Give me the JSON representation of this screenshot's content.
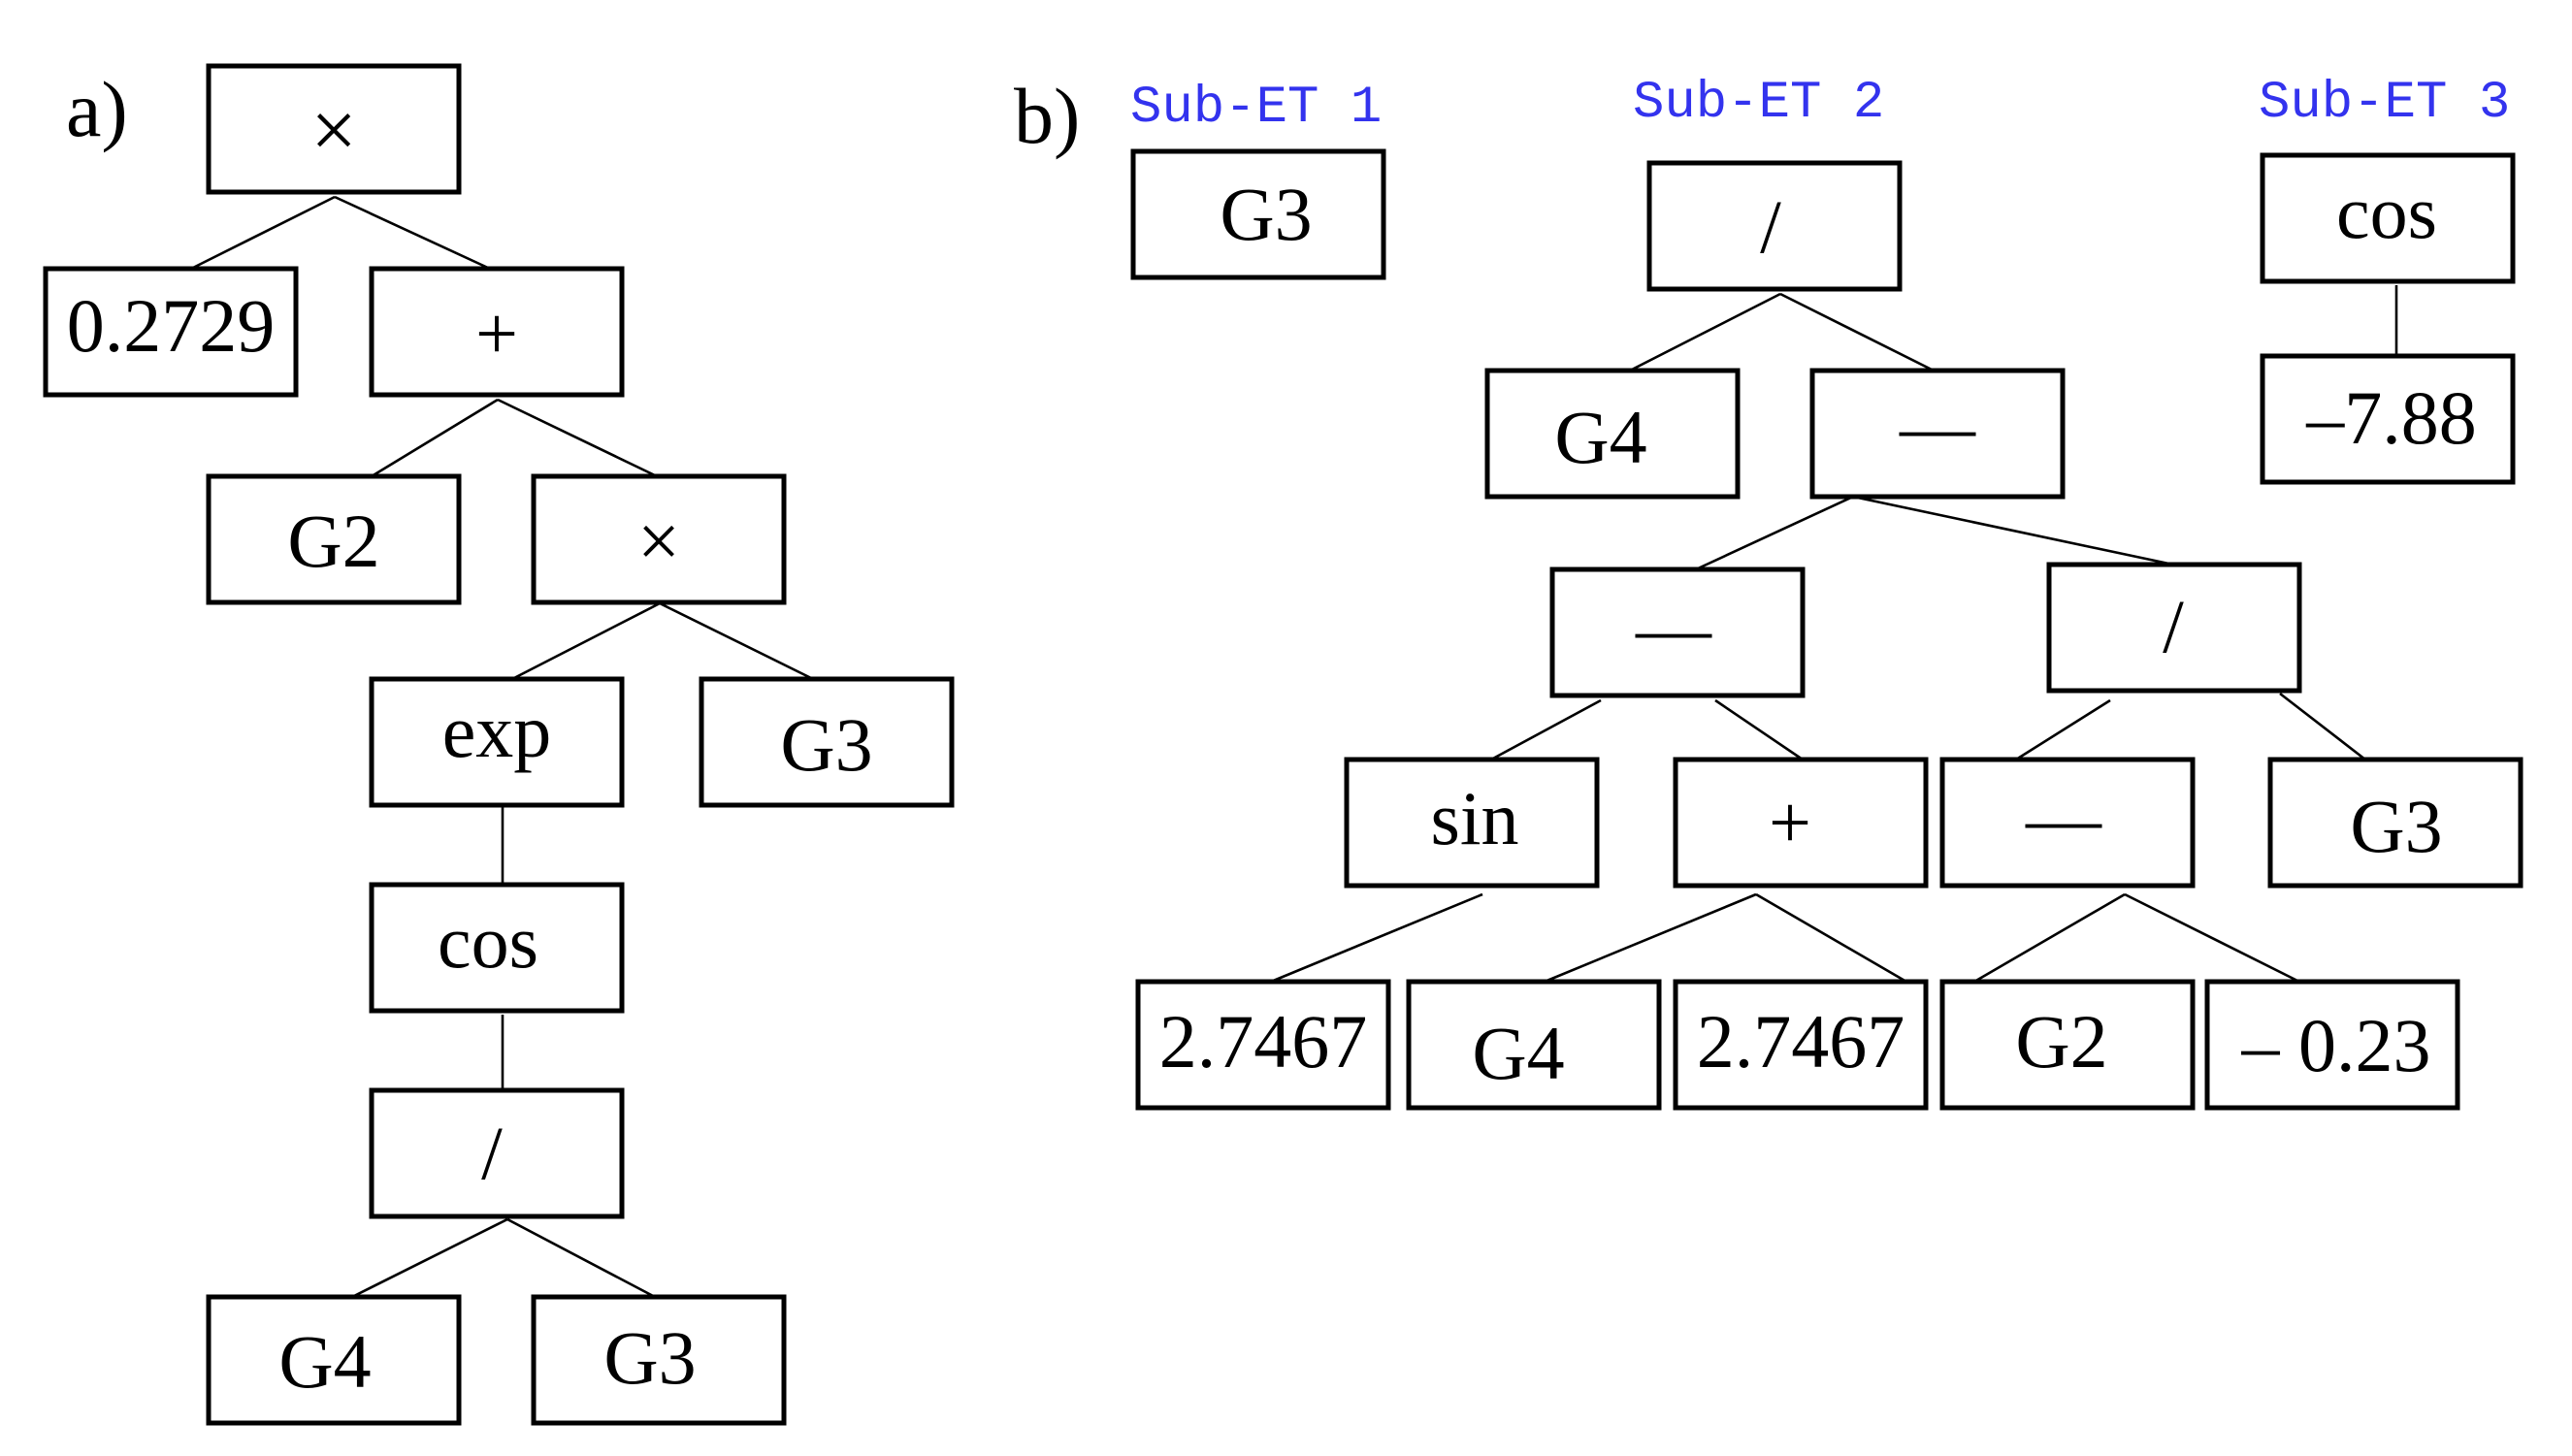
{
  "panels": {
    "a": {
      "label": "a)",
      "nodes": {
        "a_times1": "×",
        "a_c1": "0.2729",
        "a_plus": "+",
        "a_g2": "G2",
        "a_times2": "×",
        "a_exp": "exp",
        "a_g3": "G3",
        "a_cos": "cos",
        "a_div": "/",
        "a_g4b": "G4",
        "a_g3b": "G3"
      }
    },
    "b": {
      "label": "b)",
      "sub_titles": {
        "sub1": "Sub-ET 1",
        "sub2": "Sub-ET 2",
        "sub3": "Sub-ET 3"
      },
      "nodes": {
        "b1_g3": "G3",
        "b2_div": "/",
        "b2_g4": "G4",
        "b2_minus1": "—",
        "b2_minus2": "—",
        "b2_div2": "/",
        "b2_sin": "sin",
        "b2_plus": "+",
        "b2_minus3": "—",
        "b2_g3": "G3",
        "b2_c1": "2.7467",
        "b2_g4b": "G4",
        "b2_c2": "2.7467",
        "b2_g2": "G2",
        "b2_c3": "– 0.23",
        "b3_cos": "cos",
        "b3_c": "–7.88"
      }
    }
  }
}
